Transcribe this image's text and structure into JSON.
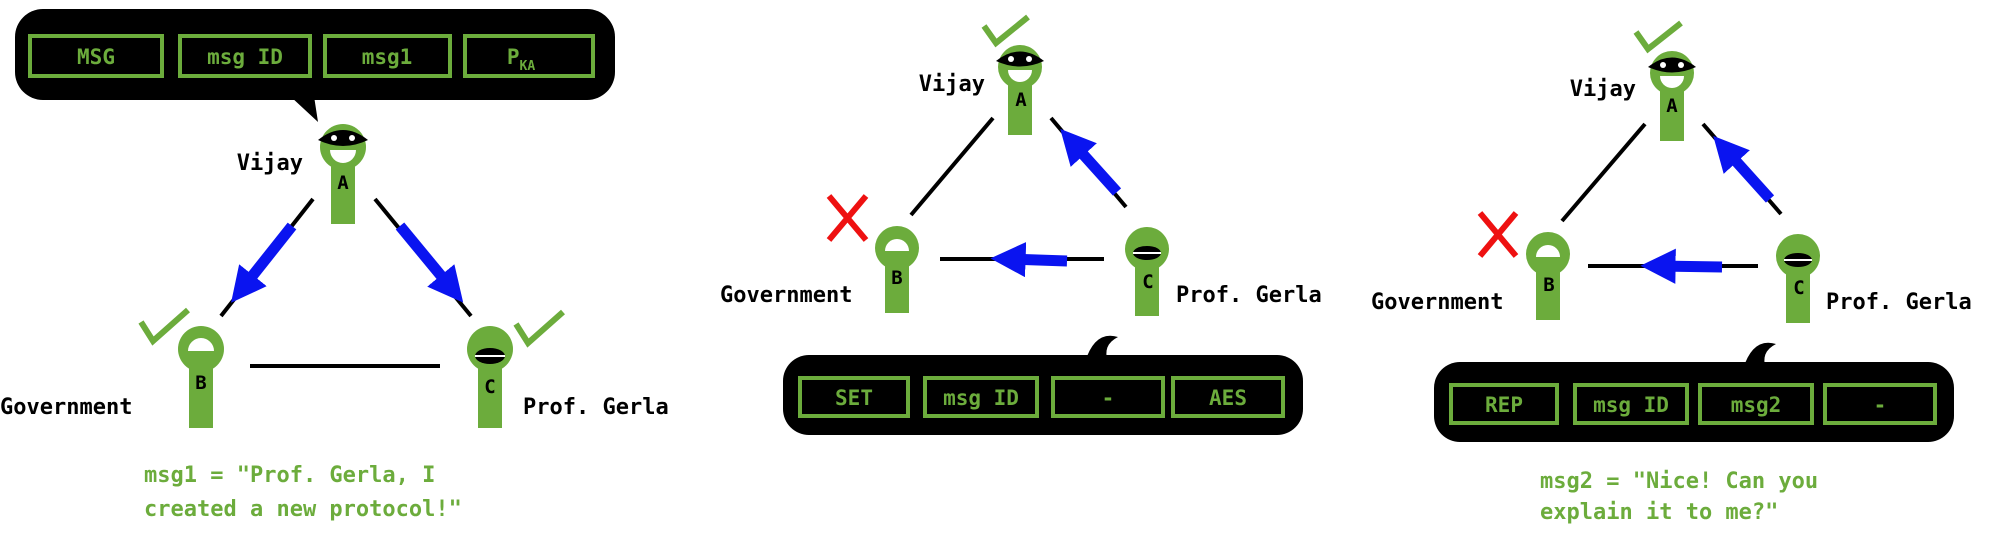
{
  "panels": [
    {
      "bubble_fields": [
        "MSG",
        "msg ID",
        "msg1",
        "P"
      ],
      "bubble_field_sub": "KA",
      "nodes": {
        "a": {
          "letter": "A",
          "name": "Vijay"
        },
        "b": {
          "letter": "B",
          "name": "Government"
        },
        "c": {
          "letter": "C",
          "name": "Prof. Gerla"
        }
      },
      "caption": [
        "msg1 = \"Prof. Gerla, I",
        "created a new protocol!\""
      ]
    },
    {
      "bubble_fields": [
        "SET",
        "msg ID",
        "-",
        "AES"
      ],
      "nodes": {
        "a": {
          "letter": "A",
          "name": "Vijay"
        },
        "b": {
          "letter": "B",
          "name": "Government"
        },
        "c": {
          "letter": "C",
          "name": "Prof. Gerla"
        }
      }
    },
    {
      "bubble_fields": [
        "REP",
        "msg ID",
        "msg2",
        "-"
      ],
      "nodes": {
        "a": {
          "letter": "A",
          "name": "Vijay"
        },
        "b": {
          "letter": "B",
          "name": "Government"
        },
        "c": {
          "letter": "C",
          "name": "Prof. Gerla"
        }
      },
      "caption": [
        "msg2 = \"Nice! Can you",
        "explain it to me?\""
      ]
    }
  ],
  "colors": {
    "green": "#6cac3c",
    "arrow": "#0a14f0",
    "check": "#6cac3c",
    "cross": "#ee1111",
    "bubble": "#000000"
  }
}
